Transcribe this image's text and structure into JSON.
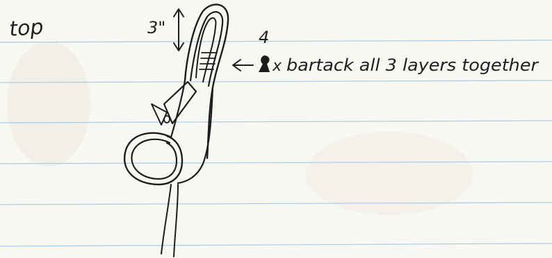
{
  "page": {
    "colors": {
      "paper": "#f7f7f3",
      "rule_line": "#a9cce6",
      "ink": "#1d1d1d"
    }
  },
  "labels": {
    "top": "top",
    "loop_length": "3\"",
    "count": "4",
    "arrow": "←",
    "multiplier": "x",
    "instruction": "bartack all 3 layers together"
  },
  "icons": [
    "bartack-symbol"
  ]
}
